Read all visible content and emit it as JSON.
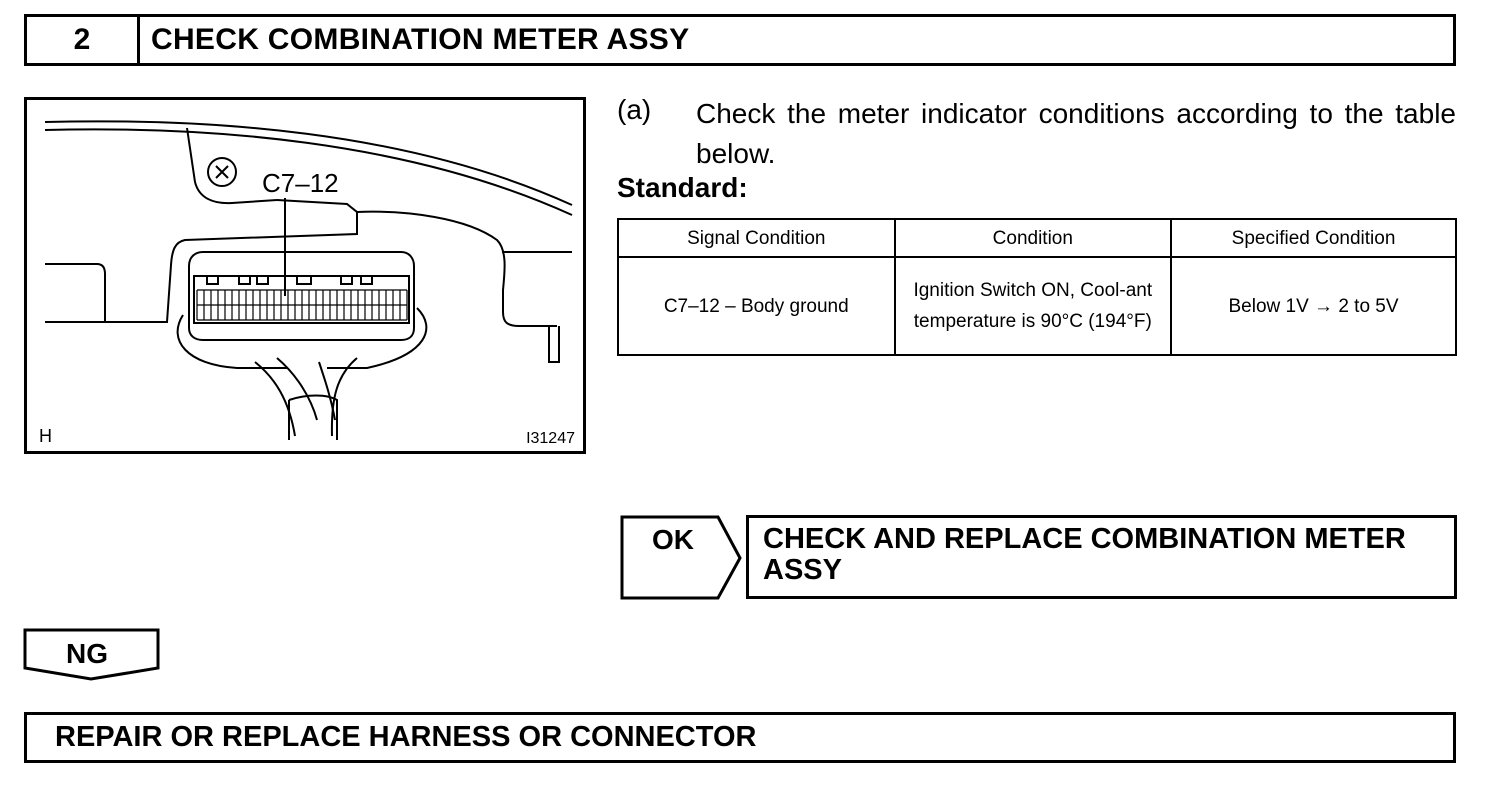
{
  "step": {
    "number": "2",
    "title": "CHECK COMBINATION METER ASSY"
  },
  "figure": {
    "pin_label": "C7–12",
    "corner_mark": "H",
    "figure_code": "I31247"
  },
  "instruction": {
    "marker": "(a)",
    "text": "Check the meter indicator conditions according to the table below."
  },
  "standard_label": "Standard:",
  "table": {
    "headers": [
      "Signal Condition",
      "Condition",
      "Specified Condition"
    ],
    "rows": [
      [
        "C7–12 – Body ground",
        "Ignition Switch ON, Cool-ant temperature is 90°C (194°F)",
        "Below 1V → 2 to 5V"
      ]
    ]
  },
  "ok_branch": {
    "label": "OK",
    "result": "CHECK AND REPLACE COMBINATION METER ASSY"
  },
  "ng_branch": {
    "label": "NG"
  },
  "final_action": "REPAIR OR REPLACE HARNESS OR CONNECTOR"
}
